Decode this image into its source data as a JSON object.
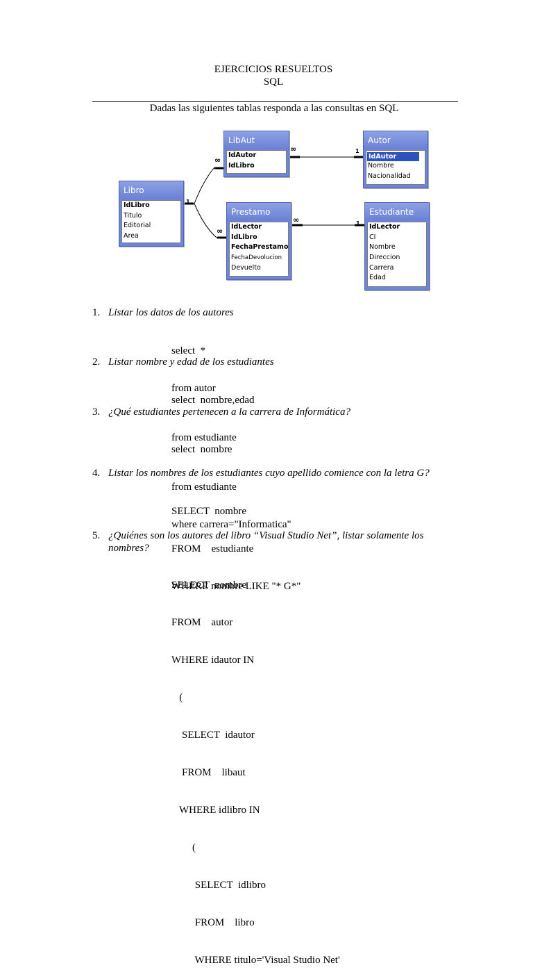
{
  "header": {
    "title_line1": "EJERCICIOS RESUELTOS",
    "title_line2": "SQL"
  },
  "intro": "Dadas las siguientes tablas responda a las consultas en SQL",
  "diagram": {
    "tables": {
      "libaut": {
        "name": "LibAut",
        "fields": [
          "IdAutor",
          "IdLibro"
        ]
      },
      "autor": {
        "name": "Autor",
        "fields": [
          "IdAutor",
          "Nombre",
          "Nacionalidad"
        ]
      },
      "libro": {
        "name": "Libro",
        "fields": [
          "IdLibro",
          "Titulo",
          "Editorial",
          "Area"
        ]
      },
      "prestamo": {
        "name": "Prestamo",
        "fields": [
          "IdLector",
          "IdLibro",
          "FechaPrestamo",
          "FechaDevolucion",
          "Devuelto"
        ]
      },
      "estudiante": {
        "name": "Estudiante",
        "fields": [
          "IdLector",
          "CI",
          "Nombre",
          "Direccion",
          "Carrera",
          "Edad"
        ]
      }
    },
    "cardinality": {
      "one": "1",
      "many": "∞"
    }
  },
  "questions": [
    {
      "num": "1.",
      "text": "Listar los datos de los autores",
      "sql": [
        "select  *",
        "from autor"
      ]
    },
    {
      "num": "2.",
      "text": "Listar nombre y edad de los estudiantes",
      "sql": [
        "select  nombre,edad",
        "from estudiante"
      ]
    },
    {
      "num": "3.",
      "text": "¿Qué estudiantes pertenecen a la carrera de Informática?",
      "sql": [
        "select  nombre",
        "from estudiante",
        "where carrera=\"Informatica\""
      ]
    },
    {
      "num": "4.",
      "text": "Listar los nombres de los estudiantes cuyo apellido comience con la letra G?",
      "sql": [
        "SELECT  nombre",
        "FROM    estudiante",
        "WHERE nombre LIKE \"* G*\""
      ]
    },
    {
      "num": "5.",
      "text_line1": "¿Quiénes son los autores del libro “Visual Studio Net”, listar solamente los",
      "text_line2": "nombres?",
      "sql": [
        "SELECT  nombre",
        "FROM    autor",
        "WHERE idautor IN",
        "   (",
        "    SELECT  idautor",
        "    FROM    libaut",
        "   WHERE idlibro IN",
        "        (",
        "         SELECT  idlibro",
        "         FROM    libro",
        "         WHERE titulo='Visual Studio Net'"
      ]
    }
  ]
}
